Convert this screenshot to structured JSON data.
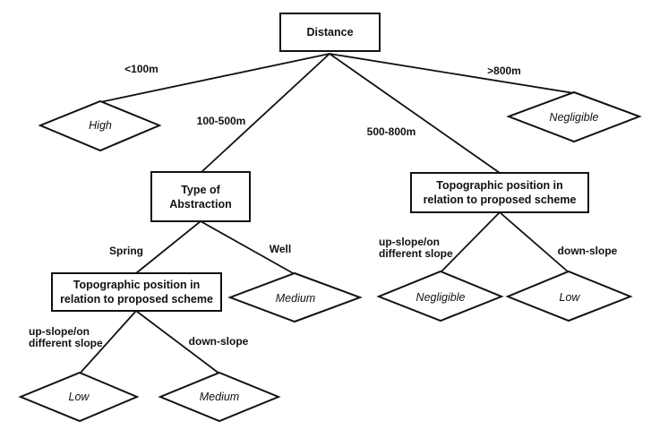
{
  "diagram": {
    "type": "decision-tree",
    "title": "Groundwater distance decision tree"
  },
  "nodes": {
    "distance": {
      "label": "Distance"
    },
    "type_of_abstraction": {
      "label": "Type of\nAbstraction"
    },
    "topo_left": {
      "label": "Topographic position in\nrelation to proposed scheme"
    },
    "topo_right": {
      "label": "Topographic position in\nrelation to proposed scheme"
    }
  },
  "edges": {
    "lt100": {
      "label": "<100m"
    },
    "b100_500": {
      "label": "100-500m"
    },
    "b500_800": {
      "label": "500-800m"
    },
    "gt800": {
      "label": ">800m"
    },
    "spring": {
      "label": "Spring"
    },
    "well": {
      "label": "Well"
    },
    "upslope_left": {
      "label": "up-slope/on\ndifferent slope"
    },
    "downslope_left": {
      "label": "down-slope"
    },
    "upslope_right": {
      "label": "up-slope/on\ndifferent slope"
    },
    "downslope_right": {
      "label": "down-slope"
    }
  },
  "outcomes": {
    "high": {
      "label": "High"
    },
    "negligible_distance": {
      "label": "Negligible"
    },
    "medium_well": {
      "label": "Medium"
    },
    "low_upslope_left": {
      "label": "Low"
    },
    "medium_downslope_left": {
      "label": "Medium"
    },
    "negligible_upslope_right": {
      "label": "Negligible"
    },
    "low_downslope_right": {
      "label": "Low"
    }
  },
  "colors": {
    "line": "#111111",
    "text": "#111111",
    "background": "#ffffff"
  }
}
